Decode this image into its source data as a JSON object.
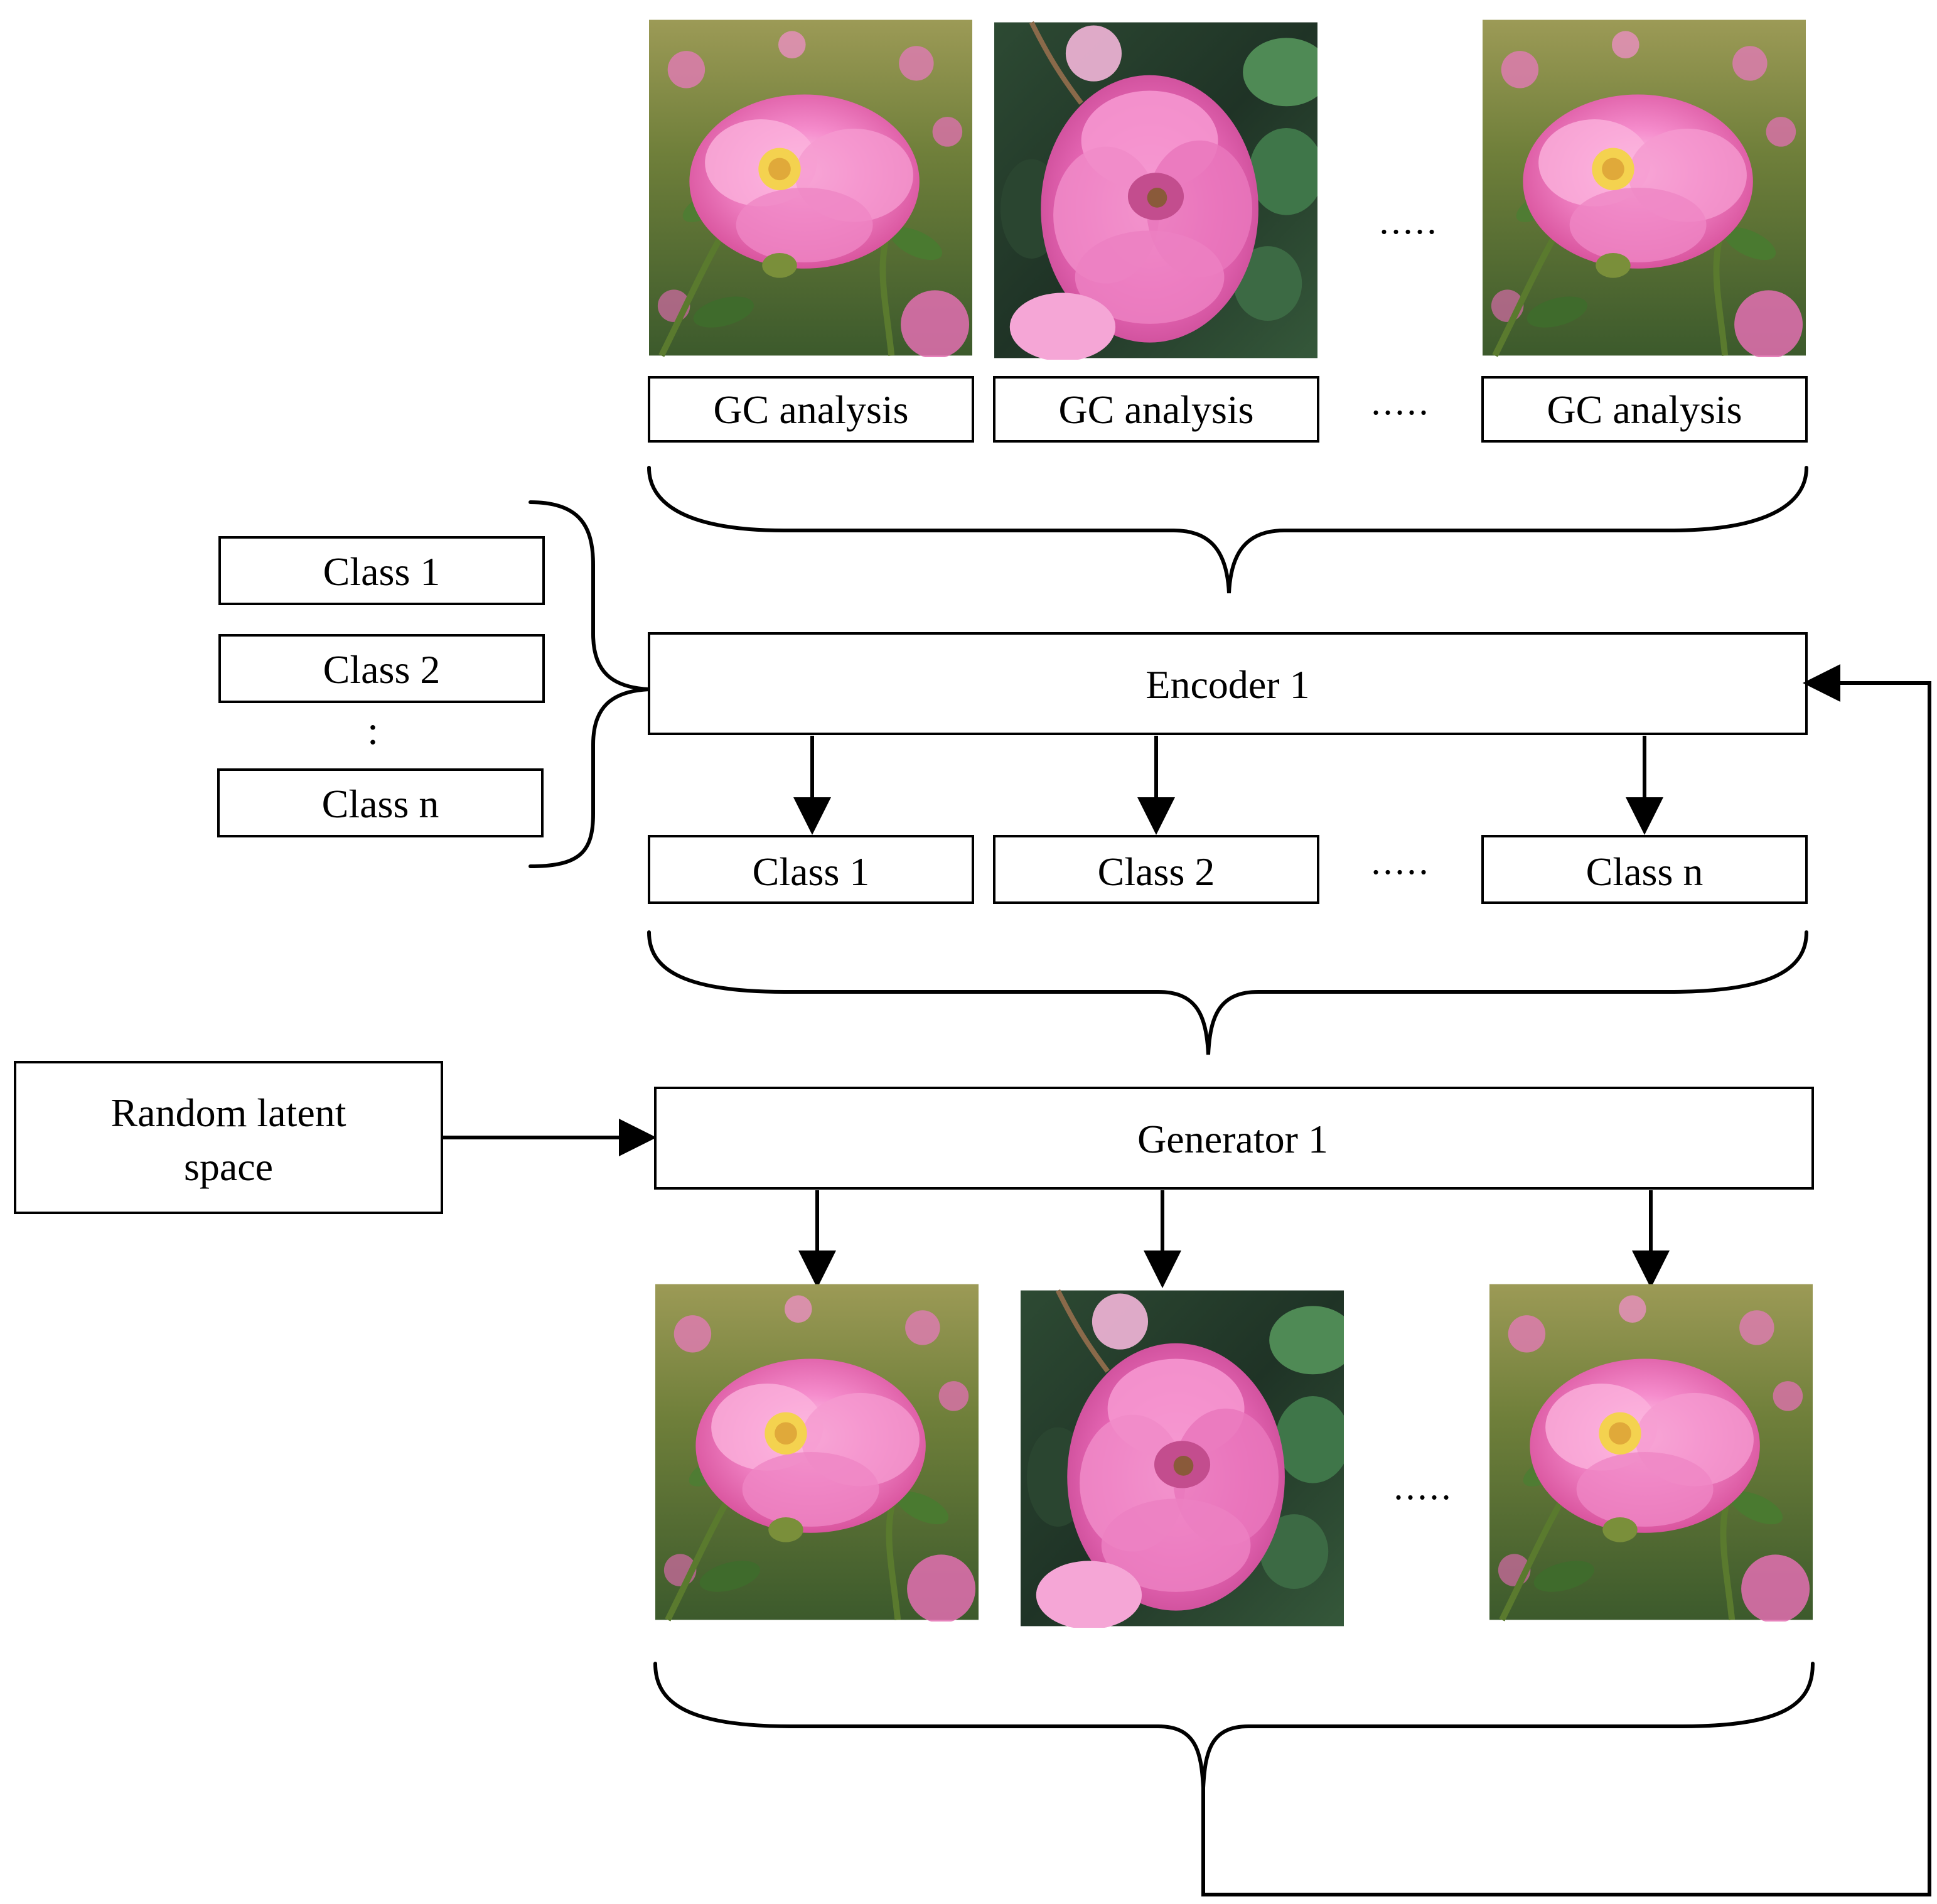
{
  "gc_labels": [
    "GC analysis",
    "GC analysis",
    "GC analysis"
  ],
  "ellipsis": ".....",
  "input_classes": [
    "Class 1",
    "Class 2",
    "Class n"
  ],
  "input_classes_separator": ":",
  "encoder_label": "Encoder 1",
  "output_classes": [
    "Class 1",
    "Class 2",
    "Class n"
  ],
  "latent_label_line1": "Random latent",
  "latent_label_line2": "space",
  "generator_label": "Generator 1",
  "icons": {
    "photo": "rose-photo-icon"
  },
  "colors": {
    "stroke": "#000000",
    "rose_pink": "#f07cc0",
    "leaf_green": "#3f6b3a"
  }
}
